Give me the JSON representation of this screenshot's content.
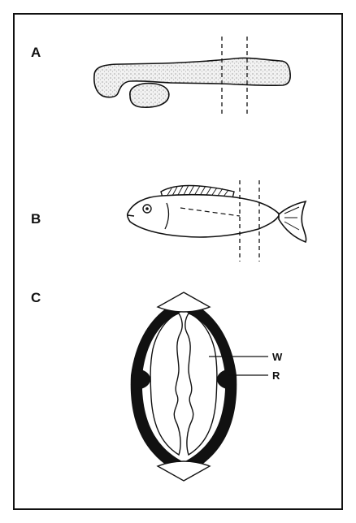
{
  "panels": {
    "a": {
      "label": "A"
    },
    "b": {
      "label": "B"
    },
    "c": {
      "label": "C"
    }
  },
  "callouts": {
    "w": {
      "label": "W"
    },
    "r": {
      "label": "R"
    }
  },
  "colors": {
    "ink": "#111111",
    "stipple": "#e8e8e8",
    "paper": "#ffffff"
  }
}
